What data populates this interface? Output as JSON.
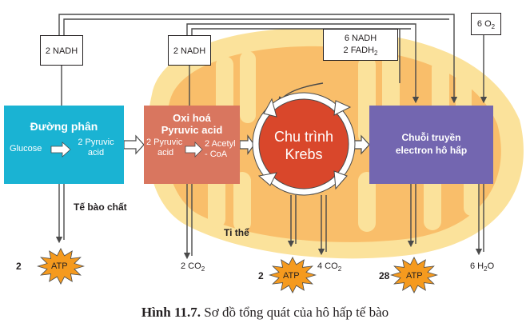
{
  "colors": {
    "cytoplasm_box": "#1ab3d3",
    "pyruvate_box": "#d9765f",
    "krebs": "#d9472b",
    "etc_box": "#7366b0",
    "mito_outer": "#fbe29b",
    "mito_inner": "#f9be6a",
    "atp_star": "#f59a1e",
    "line": "#4a4a4a"
  },
  "nodes": {
    "glycolysis_title": "Đường phân",
    "glucose": "Glucose",
    "pyruvic_2_line1": "2 Pyruvic",
    "pyruvic_2_line2": "acid",
    "oxidation_title_line1": "Oxi hoá",
    "oxidation_title_line2": "Pyruvic acid",
    "pyruvic_in_line1": "2 Pyruvic",
    "pyruvic_in_line2": "acid",
    "acetyl_line1": "2 Acetyl",
    "acetyl_line2": "- CoA",
    "krebs_line1": "Chu trình",
    "krebs_line2": "Krebs",
    "etc_line1": "Chuỗi truyền",
    "etc_line2": "electron hô hấp"
  },
  "labels": {
    "nadh_glycolysis": "2 NADH",
    "nadh_pyruvate": "2 NADH",
    "nadh_krebs_line1": "6 NADH",
    "fadh_krebs_prefix": "2 FADH",
    "fadh_krebs_sub": "2",
    "o2_prefix": "6 O",
    "o2_sub": "2",
    "cytoplasm": "Tế bào chất",
    "mitochondria": "Ti thể",
    "co2_pyruvate_prefix": "2 CO",
    "co2_pyruvate_sub": "2",
    "co2_krebs_prefix": "4 CO",
    "co2_krebs_sub": "2",
    "water_prefix": "6 H",
    "water_sub": "2",
    "water_suffix": "O"
  },
  "atp": [
    {
      "count": "2",
      "label": "ATP"
    },
    {
      "count": "2",
      "label": "ATP"
    },
    {
      "count": "28",
      "label": "ATP"
    }
  ],
  "caption": {
    "figure": "Hình 11.7.",
    "text": "Sơ đồ tổng quát của hô hấp tế bào"
  }
}
